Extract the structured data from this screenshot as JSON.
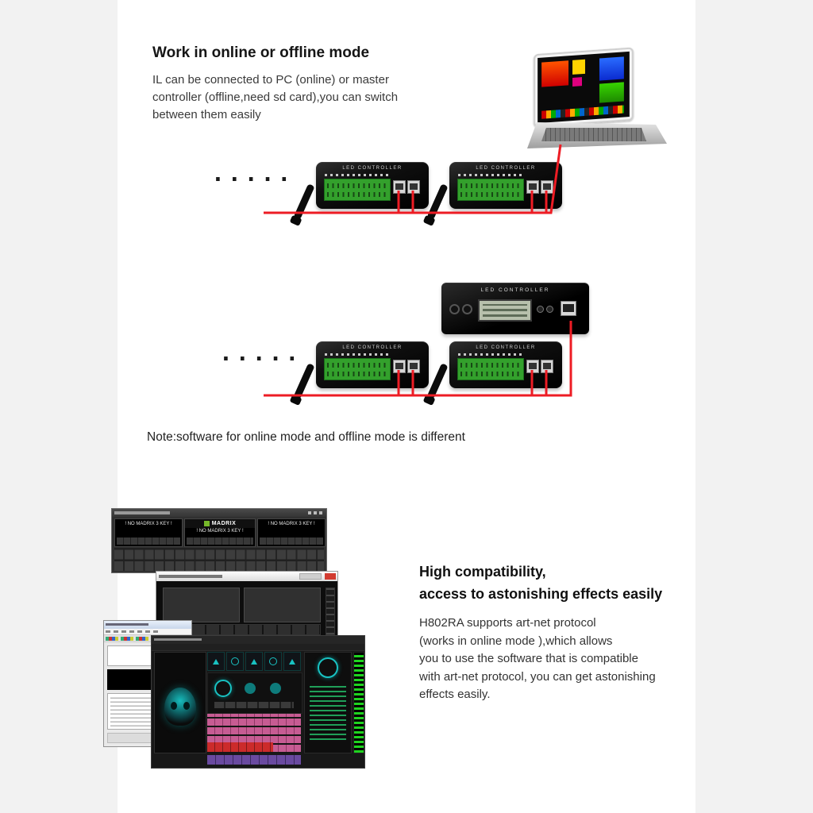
{
  "colors": {
    "cable_red": "#ed1c24",
    "terminal_green": "#33a02c",
    "madrix_green": "#76b82a",
    "mixer_teal": "#19c2c2",
    "page_margin_gray": "#f2f2f2"
  },
  "online_section": {
    "heading": "Work in online or offline mode",
    "body_lines": [
      "IL can be connected to PC (online) or master",
      "controller (offline,need sd card),you can switch",
      "between them easily"
    ],
    "dots": "....."
  },
  "offline_section": {
    "dots": "....."
  },
  "note_text": "Note:software for online mode and offline mode is different",
  "device_labels": {
    "controller": "LED CONTROLLER",
    "master": "LED CONTROLLER"
  },
  "compat_section": {
    "heading_lines": [
      "High compatibility,",
      "access to astonishing effects easily"
    ],
    "body_lines": [
      "H802RA supports art-net protocol",
      "(works in online mode ),which allows",
      "you to use the software that is compatible",
      "with art-net protocol, you can get astonishing",
      "effects easily."
    ]
  },
  "software": {
    "madrix_logo_text": "MADRIX",
    "no_key_text": "! NO MADRIX 3 KEY !"
  }
}
